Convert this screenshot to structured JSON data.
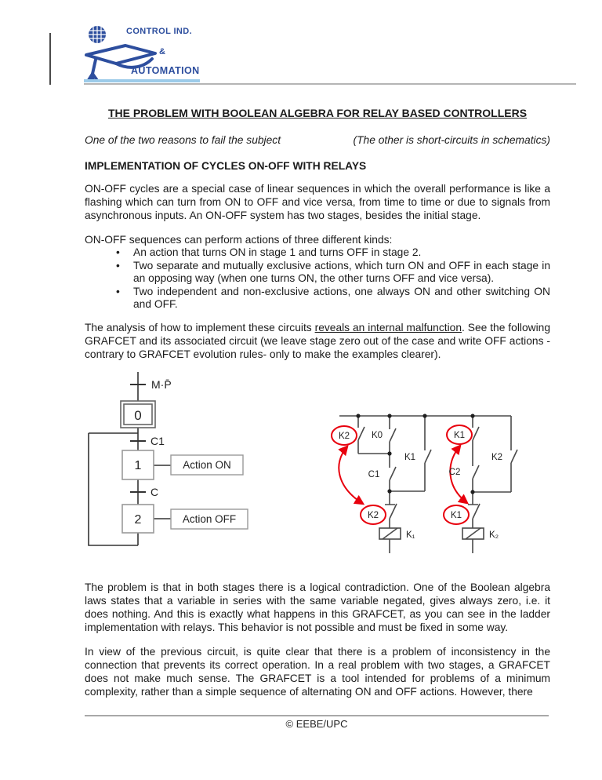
{
  "header": {
    "logo": {
      "line1": "CONTROL IND.",
      "line2": "&",
      "line3": "AUTOMATION"
    }
  },
  "document": {
    "title": "THE PROBLEM WITH BOOLEAN ALGEBRA FOR RELAY BASED CONTROLLERS",
    "subtitle_left": "One of the two reasons to fail the subject",
    "subtitle_right": "(The other is short-circuits in schematics)",
    "section_heading": "IMPLEMENTATION OF CYCLES ON-OFF WITH RELAYS",
    "para_intro": "ON-OFF cycles are a special case of linear sequences in which the overall performance is like a flashing which can turn from ON to OFF and vice versa, from time to time or due to signals from asynchronous inputs. An ON-OFF system has two stages, besides the initial stage.",
    "para_kinds": "ON-OFF sequences can perform actions of three different kinds:",
    "bullets": [
      "An action that turns ON in stage 1 and turns OFF in stage 2.",
      "Two separate and mutually exclusive actions, which turn ON and OFF in each stage in an opposing way (when one turns ON, the other turns OFF and vice versa).",
      "Two independent and non-exclusive actions, one always ON and other switching ON and OFF."
    ],
    "para_analysis": {
      "before": "The analysis of how to implement these circuits ",
      "underlined": "reveals an internal malfunction",
      "after": ". See the following GRAFCET and its associated circuit (we leave stage zero out of the case and write OFF actions -contrary to GRAFCET evolution rules- only to make the examples clearer)."
    },
    "para_problem": "The problem is that in both stages there is a logical contradiction. One of the Boolean algebra laws states that a variable in series with the same variable negated, gives always zero, i.e. it does nothing. And this is exactly what happens in this GRAFCET, as you can see in the ladder implementation with relays. This behavior is not possible and must be fixed in some way.",
    "para_view": "In view of the previous circuit, is quite clear that there is a problem of inconsistency in the connection that prevents its correct operation. In a real problem with two stages, a GRAFCET does not make much sense. The GRAFCET is a tool intended for problems of a minimum complexity, rather than a simple sequence of alternating ON and OFF actions. However, there",
    "footer": "© EEBE/UPC"
  },
  "grafcet": {
    "transition_initial": "M·P̄",
    "step0": "0",
    "transition1": "C1",
    "step1": "1",
    "action_on": "Action ON",
    "transition2": "C",
    "step2": "2",
    "action_off": "Action OFF"
  },
  "circuit": {
    "left": {
      "contact_top_circled": "K2",
      "contact_top2": "K0",
      "contact_hold": "K1",
      "contact_condition": "C1",
      "contact_bottom_circled": "K2",
      "coil": "K₁"
    },
    "right": {
      "contact_top_circled": "K1",
      "contact_parallel": "K2",
      "contact_condition": "C2",
      "contact_bottom_circled": "K1",
      "coil": "K₂"
    }
  },
  "colors": {
    "logo_blue": "#2d4e9e",
    "logo_light_blue": "#9ccbe9",
    "annotation_red": "#e8000d"
  }
}
